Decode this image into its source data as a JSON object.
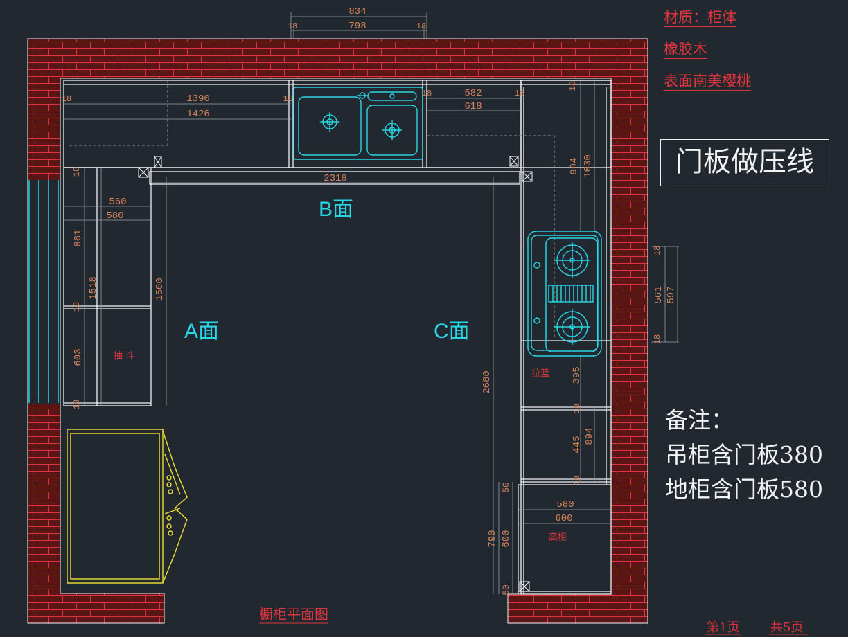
{
  "material_notes": {
    "line1": "材质：柜体",
    "line2": "橡胶木",
    "line3": "表面南美樱桃"
  },
  "door_note": "门板做压线",
  "remarks": {
    "title": "备注：",
    "line1": "吊柜含门板380",
    "line2": "地柜含门板580"
  },
  "drawing_title": "橱柜平面图",
  "page_info": {
    "current": "第1页",
    "total": "共5页"
  },
  "faces": {
    "a": "A面",
    "b": "B面",
    "c": "C面"
  },
  "labels": {
    "drawer": "抽 斗",
    "basket": "拉篮",
    "tall": "高柜"
  },
  "dims": {
    "top_total": "834",
    "top_inner": "798",
    "top_l": "18",
    "top_r": "18",
    "sink_run_l": "18",
    "sink_run_1390": "1390",
    "sink_run_1426": "1426",
    "sink_run_r": "18",
    "right_run_l": "18",
    "right_run_582": "582",
    "right_run_618": "618",
    "right_run_r": "18",
    "b_span": "2318",
    "a_560": "560",
    "a_580": "580",
    "a_18_top": "18",
    "a_861": "861",
    "a_1518": "1518",
    "a_18_mid": "18",
    "a_603": "603",
    "a_18_bot": "18",
    "a_1500": "1500",
    "c_18_top": "18",
    "c_994": "994",
    "c_1030": "1030",
    "c_2680": "2680",
    "c_395": "395",
    "c_18_mid": "18",
    "c_445": "445",
    "c_894": "894",
    "c_18_low": "18",
    "c_50_top": "50",
    "c_790": "790",
    "c_600": "600",
    "c_50_bot": "50",
    "c_580": "580",
    "c_600w": "600",
    "hob_18_top": "18",
    "hob_561": "561",
    "hob_597": "597",
    "hob_18_bot": "18"
  },
  "colors": {
    "background": "#212830",
    "wall_fill": "#5a1616",
    "brick_line": "#e0353a",
    "cabinet_line": "#f2f2f2",
    "fixture_line": "#28d6e6",
    "dimension_text": "#d9845a",
    "appliance_line": "#f0e032",
    "annotation_red": "#e0353a"
  }
}
